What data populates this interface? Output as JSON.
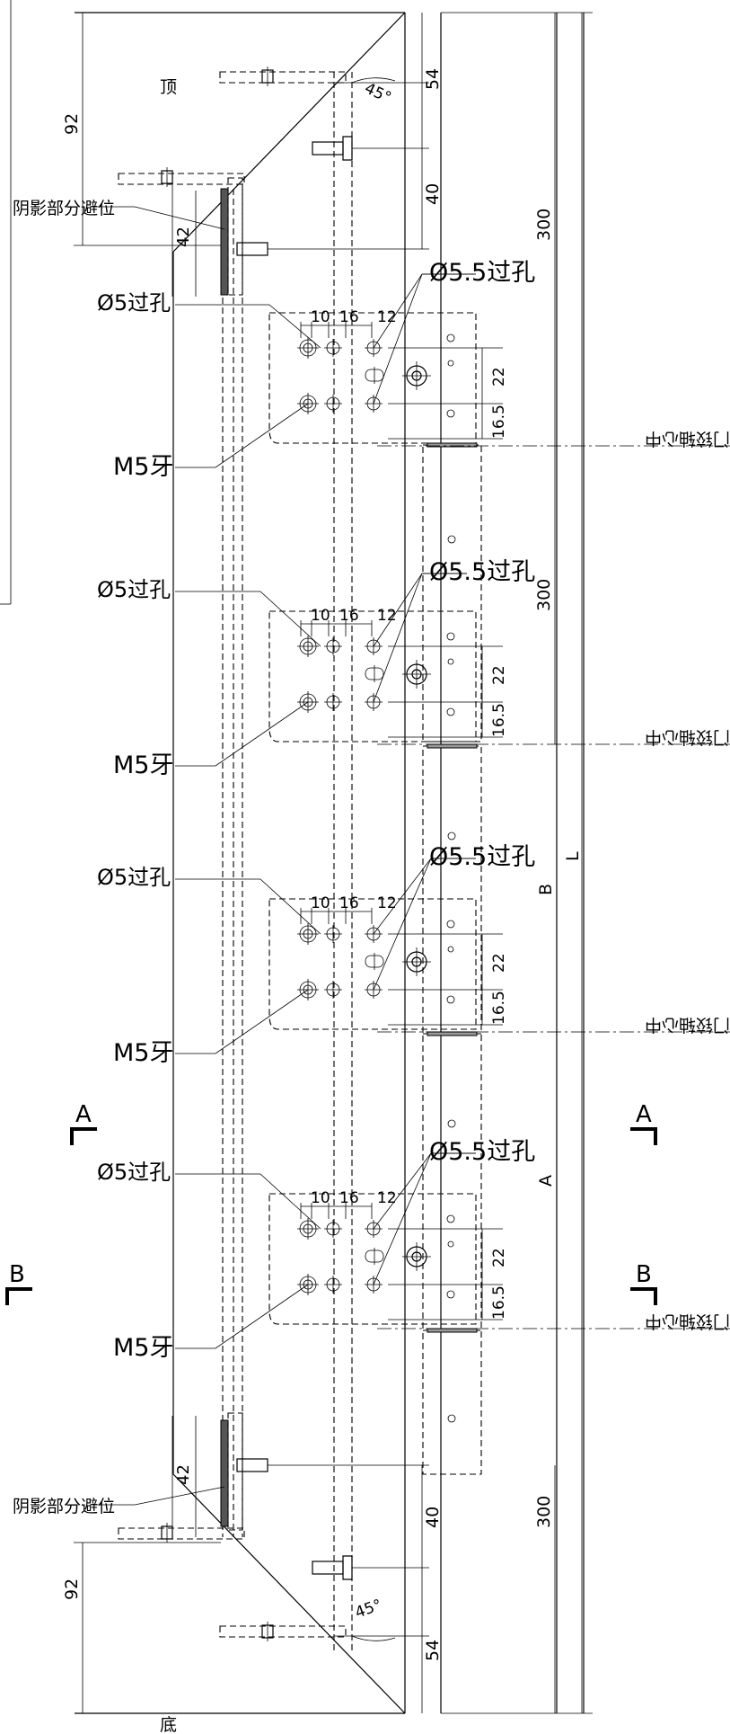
{
  "labels": {
    "top": "顶",
    "bottom": "底",
    "shadow_relief": "阴影部分避位",
    "through_hole_5": "Ø5过孔",
    "through_hole_55": "Ø5.5过孔",
    "thread_m5": "M5牙",
    "hinge_axis_center": "门铰轴心中",
    "section_a": "A",
    "section_b": "B"
  },
  "dimensions": {
    "top_offset": "92",
    "top_54": "54",
    "top_40": "40",
    "top_42": "42",
    "angle": "45°",
    "span_300_top": "300",
    "span_300_mid": "300",
    "span_300_bottom": "300",
    "hole_10": "10",
    "hole_16": "16",
    "hole_12": "12",
    "hole_22": "22",
    "hole_165": "16.5",
    "dim_L": "L",
    "dim_B": "B",
    "dim_A": "A",
    "bot_42": "42",
    "bot_40": "40",
    "bot_92": "92",
    "bot_54": "54"
  }
}
